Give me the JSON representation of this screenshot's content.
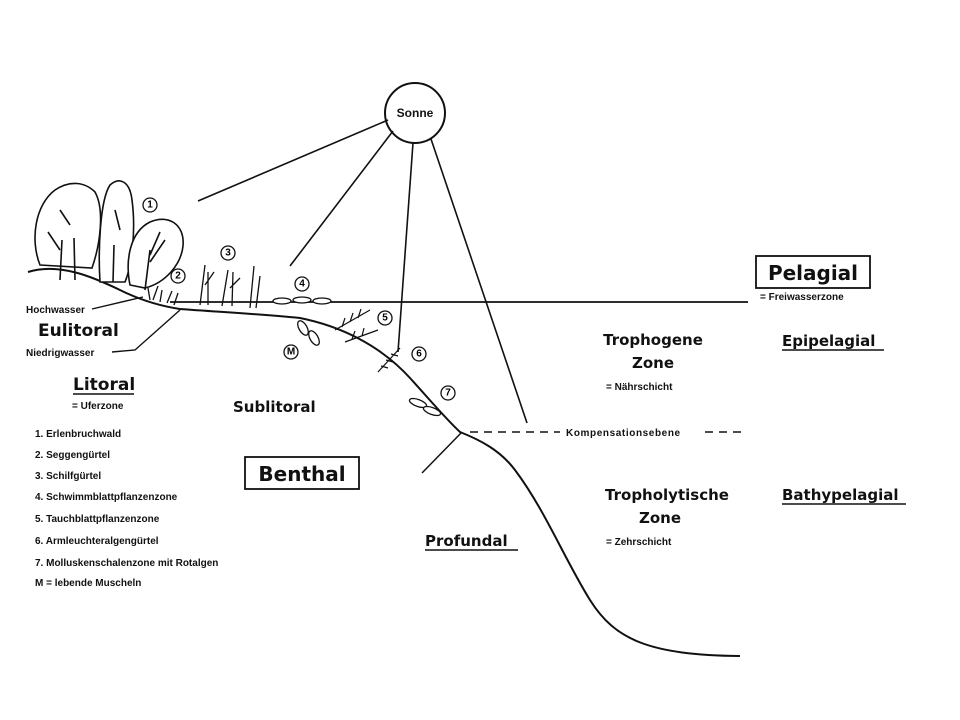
{
  "sun": {
    "label": "Sonne"
  },
  "zones": {
    "pelagial": "Pelagial",
    "freiwasserzone": "= Freiwasserzone",
    "epipelagial": "Epipelagial",
    "bathypelagial": "Bathypelagial",
    "trophogene_line1": "Trophogene",
    "trophogene_line2": "Zone",
    "naehrschicht": "= Nährschicht",
    "tropholytische_line1": "Tropholytische",
    "tropholytische_line2": "Zone",
    "zehrschicht": "= Zehrschicht",
    "kompensationsebene": "Kompensationsebene",
    "benthal": "Benthal",
    "sublitoral": "Sublitoral",
    "profundal": "Profundal",
    "eulitoral": "Eulitoral",
    "hochwasser": "Hochwasser",
    "niedrigwasser": "Niedrigwasser",
    "litoral": "Litoral",
    "uferzone": "= Uferzone"
  },
  "legend": [
    "1. Erlenbruchwald",
    "2. Seggengürtel",
    "3. Schilfgürtel",
    "4. Schwimmblattpflanzenzone",
    "5. Tauchblattpflanzenzone",
    "6. Armleuchteralgengürtel",
    "7. Molluskenschalenzone mit Rotalgen",
    "M = lebende Muscheln"
  ],
  "markers": [
    "1",
    "2",
    "3",
    "4",
    "5",
    "6",
    "7",
    "M"
  ]
}
